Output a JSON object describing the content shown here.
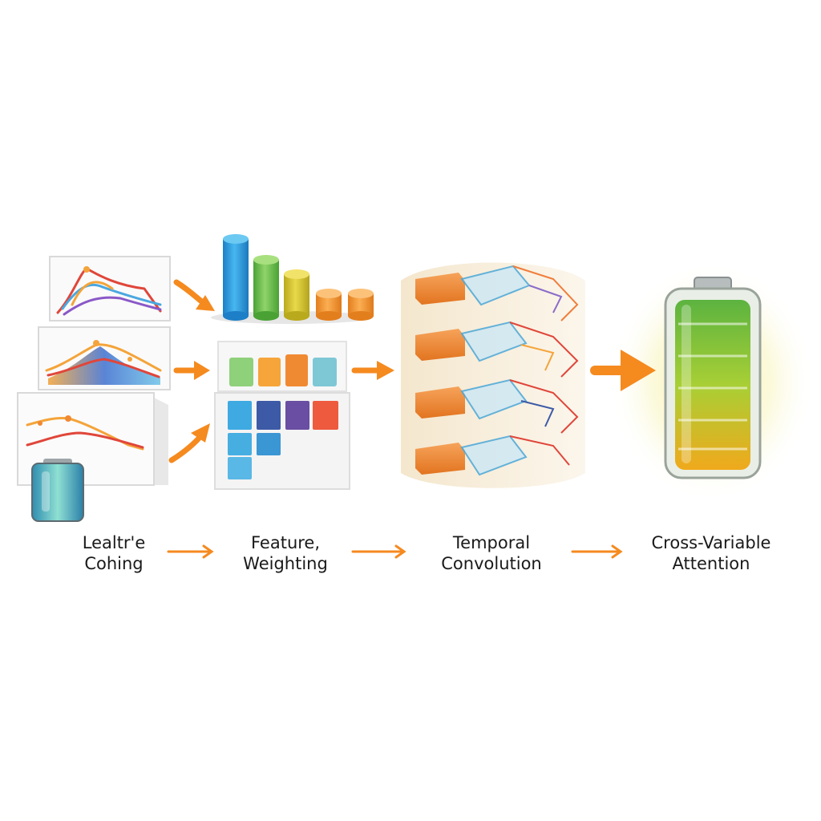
{
  "stages": [
    {
      "line1": "Lealtr'e",
      "line2": "Cohing"
    },
    {
      "line1": "Feature,",
      "line2": "Weighting"
    },
    {
      "line1": "Temporal",
      "line2": "Convolution"
    },
    {
      "line1": "Cross-Variable",
      "line2": "Attention"
    }
  ],
  "colors": {
    "arrow": "#f58a1f",
    "orange": "#f08a32",
    "battery_green": "#7cc23b",
    "battery_yellow": "#f2b61d",
    "bar_blue": "#2f9fe0",
    "bar_green": "#6cc04a",
    "bar_yellow": "#d7c52a",
    "bar_orange": "#f59a2e",
    "grid_purple": "#6a4ea3",
    "grid_red": "#ee5a3e",
    "grid_navy": "#3d5aa6"
  },
  "icons": [
    "line-chart-icon",
    "bar-chart-icon",
    "matrix-icon",
    "conv-block-icon",
    "battery-icon",
    "arrow-icon"
  ]
}
